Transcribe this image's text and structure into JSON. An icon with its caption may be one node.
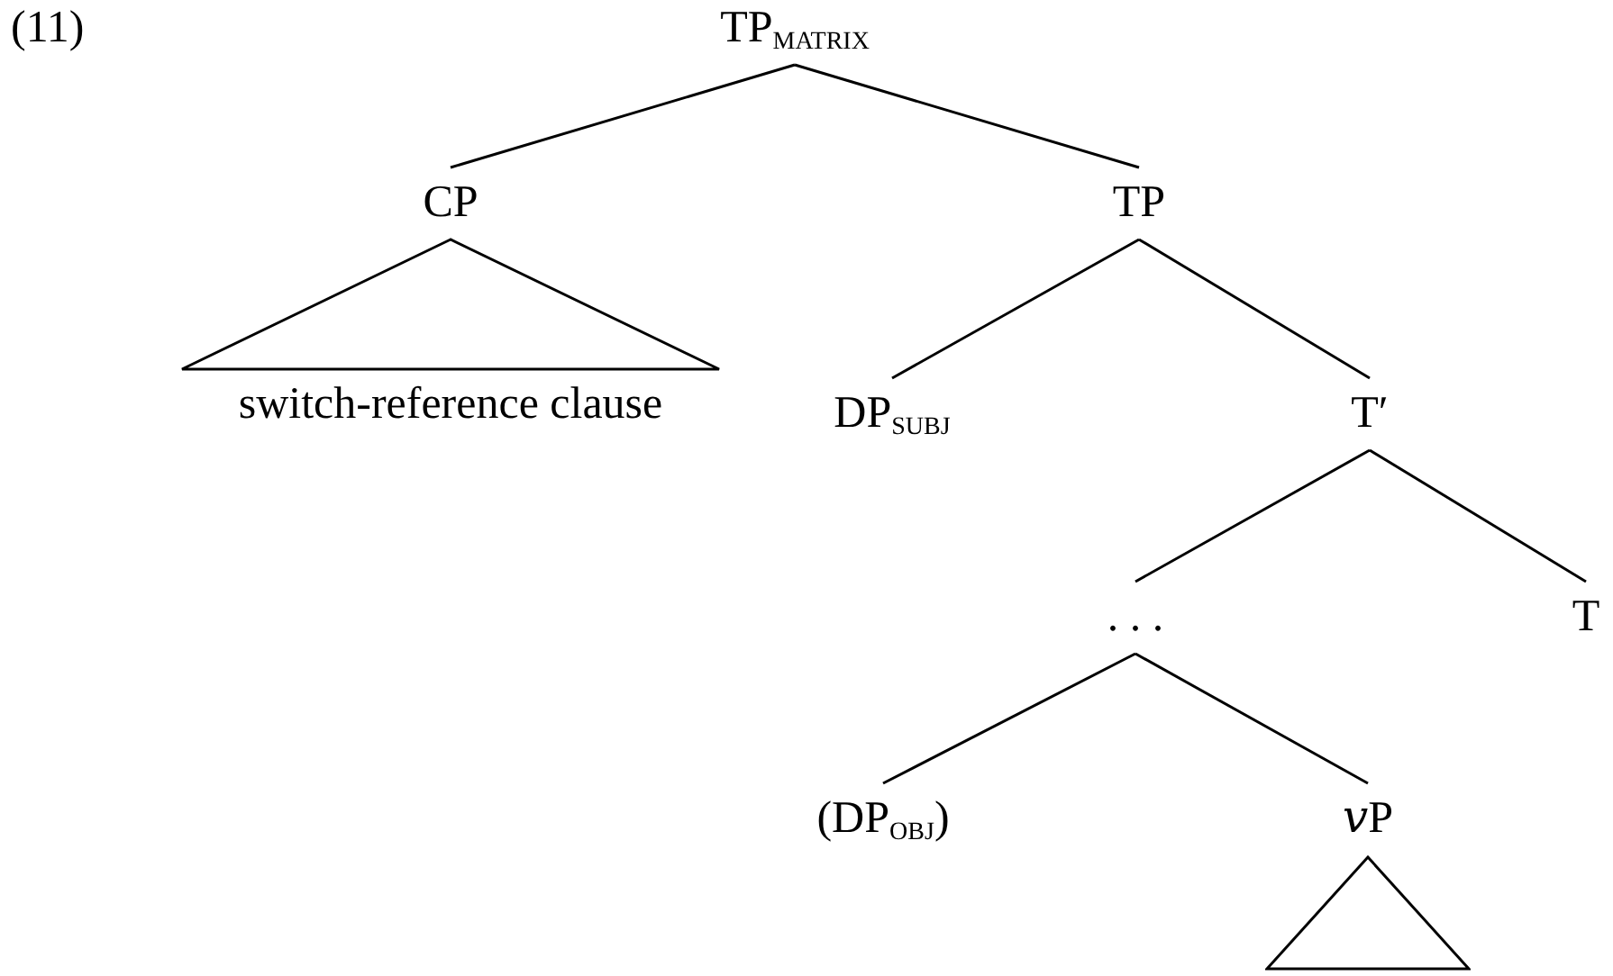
{
  "diagram": {
    "nodes": [
      {
        "text": [
          "TP$_{MATRIX}$"
        ]
      },
      {
        "text": [
          "CP"
        ]
      },
      {
        "text": [
          "TP"
        ]
      },
      {
        "text": [
          "switch-reference clause"
        ]
      },
      {
        "text": [
          "DP$_{SUBJ}$"
        ]
      },
      {
        "text": [
          "T′"
        ]
      },
      {
        "text": [
          ". . ."
        ]
      },
      {
        "text": [
          "T"
        ]
      },
      {
        "text": [
          "(DP$_{OBJ}$)"
        ]
      },
      {
        "text": [
          "𝑣P"
        ]
      },
      {
        "text": [],
        "shape": "triangle"
      }
    ],
    "edges": [
      {
        "from": 0,
        "to": 1,
        "arrow": "none"
      },
      {
        "from": 0,
        "to": 2,
        "arrow": "none"
      },
      {
        "from": 1,
        "to": 3,
        "arrow": "none"
      },
      {
        "from": 2,
        "to": 4,
        "arrow": "none"
      },
      {
        "from": 2,
        "to": 5,
        "arrow": "none"
      },
      {
        "from": 5,
        "to": 6,
        "arrow": "none"
      },
      {
        "from": 5,
        "to": 7,
        "arrow": "none"
      },
      {
        "from": 6,
        "to": 8,
        "arrow": "none"
      },
      {
        "from": 6,
        "to": 9,
        "arrow": "none"
      }
    ],
    "labels": [
      "(11)"
    ]
  }
}
